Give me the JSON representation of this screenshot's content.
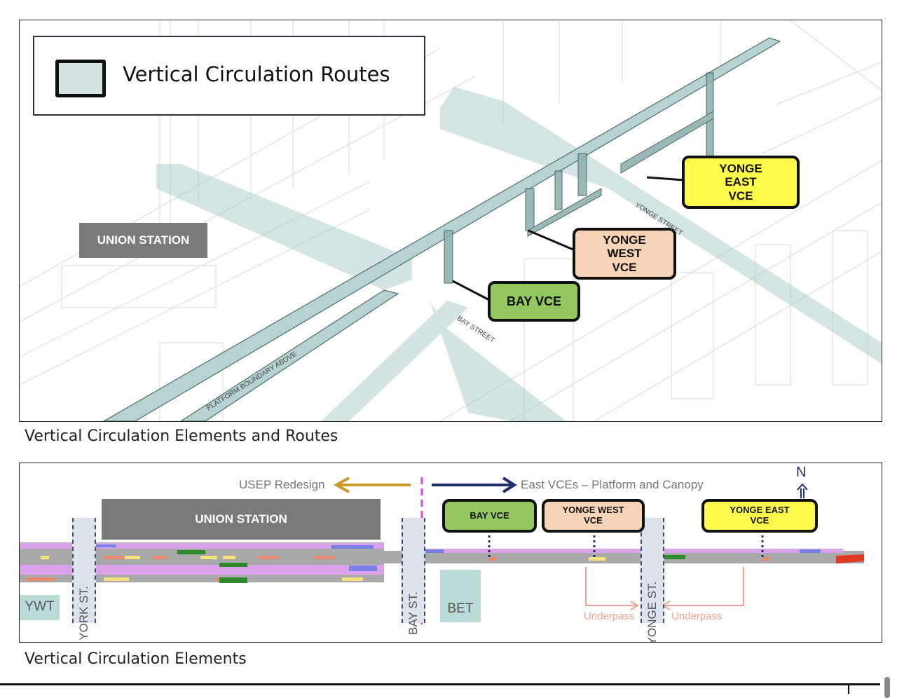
{
  "figure1": {
    "legend": {
      "label": "Vertical Circulation Routes",
      "swatch_color": "#d5e4e2"
    },
    "union_station_label": "UNION STATION",
    "vce_callouts": [
      {
        "id": "bay",
        "lines": [
          "BAY VCE"
        ],
        "color": "#93c75f"
      },
      {
        "id": "yonge-west",
        "lines": [
          "YONGE",
          "WEST",
          "VCE"
        ],
        "color": "#f7d4b8"
      },
      {
        "id": "yonge-east",
        "lines": [
          "YONGE",
          "EAST",
          "VCE"
        ],
        "color": "#fdfc4a"
      }
    ],
    "street_labels": {
      "yonge": "YONGE STREET",
      "bay": "BAY STREET",
      "platform": "PLATFORM BOUNDARY ABOVE"
    },
    "caption": "Vertical Circulation Elements and Routes"
  },
  "figure2": {
    "usep_label": "USEP Redesign",
    "east_label": "East VCEs – Platform and Canopy",
    "north_label": "N",
    "union_station_label": "UNION STATION",
    "vce_boxes": [
      {
        "id": "bay",
        "line1": "BAY VCE",
        "line2": "",
        "color": "#93c75f"
      },
      {
        "id": "yonge-west",
        "line1": "YONGE WEST",
        "line2": "VCE",
        "color": "#f7d4b8"
      },
      {
        "id": "yonge-east",
        "line1": "YONGE EAST",
        "line2": "VCE",
        "color": "#fdfc4a"
      }
    ],
    "streets": {
      "york": "YORK ST.",
      "bay": "BAY ST.",
      "yonge": "YONGE ST."
    },
    "tunnels": {
      "ywt": "YWT",
      "bet": "BET"
    },
    "underpass_labels": [
      "Underpass",
      "Underpass"
    ],
    "colors": {
      "usep_arrow": "#c99a2e",
      "east_arrow": "#1e2f6b",
      "divider": "#d84ee0",
      "underpass": "#f0a394"
    },
    "caption": "Vertical Circulation Elements"
  }
}
